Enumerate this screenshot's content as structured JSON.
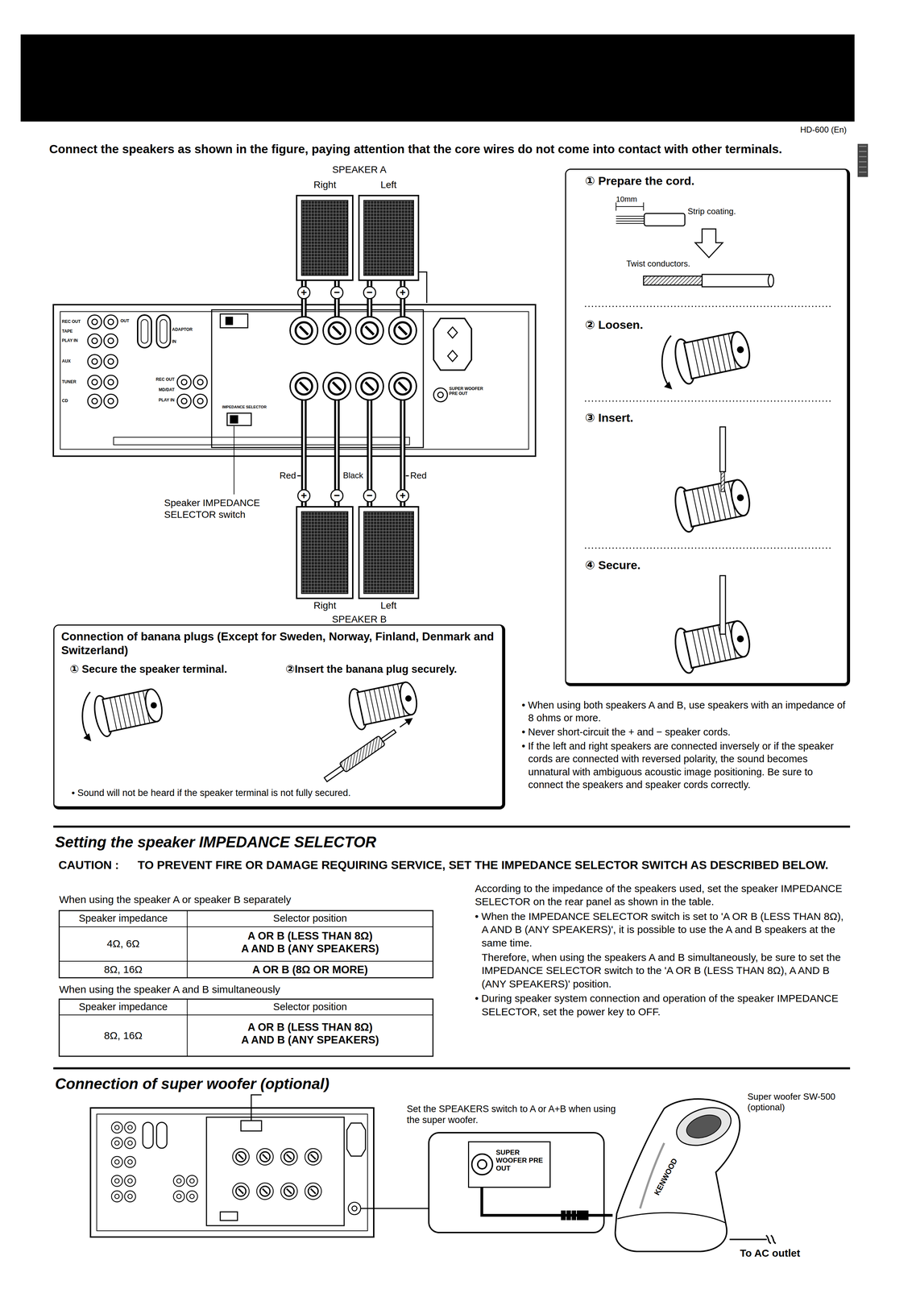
{
  "diagram": {
    "nodes": [
      {
        "text": [
          "Right"
        ]
      },
      {
        "text": [
          "Left"
        ]
      },
      {
        "text": [
          "① Prepare the cord.",
          "② Loosen.",
          "③ Insert.",
          "④ Secure."
        ]
      },
      {
        "text": [
          "Right"
        ]
      },
      {
        "text": [
          "Left"
        ]
      },
      {
        "text": [
          "Connection of banana plugs (Except for Sweden, Norway, Finland, Denmark and Switzerland)",
          "① Secure the speaker terminal.",
          "②Insert the banana plug securely.",
          "• Sound will not be heard if the speaker terminal is not fully secured."
        ]
      },
      {
        "text": [
          "SUPER WOOFER PRE OUT"
        ]
      },
      {
        "text": [
          "Super woofer SW-500 (optional)"
        ]
      }
    ],
    "edges": [
      {
        "from": 6,
        "to": 7,
        "arrow": "none"
      }
    ],
    "labels": [
      "HD-600 (En)",
      "Connect the speakers as shown in the figure, paying attention that the core wires do not come into contact with other terminals.",
      "SPEAKER A",
      "+",
      "−",
      "−",
      "+",
      "REC OUT",
      "TAPE",
      "PLAY IN",
      "AUX",
      "TUNER",
      "CD",
      "OUT",
      "ADAPTOR",
      "IN",
      "REC OUT",
      "MD/DAT",
      "PLAY IN",
      "IMPEDANCE SELECTOR",
      "SUPER WOOFER PRE OUT",
      "Red",
      "Black",
      "Red",
      "+",
      "−",
      "−",
      "+",
      "Speaker IMPEDANCE SELECTOR switch",
      "SPEAKER B",
      "10mm",
      "Strip coating.",
      "Twist conductors.",
      "• When using both speakers A and B, use speakers with an impedance of 8 ohms or more.",
      "• Never short-circuit the + and − speaker cords.",
      "• If the left and right speakers are connected inversely or if the speaker cords are connected with reversed polarity, the sound becomes unnatural with ambiguous acoustic image positioning. Be sure to connect the speakers and speaker cords correctly.",
      "Setting the speaker IMPEDANCE SELECTOR",
      "CAUTION :",
      "TO PREVENT FIRE OR DAMAGE REQUIRING SERVICE, SET THE IMPEDANCE SELECTOR SWITCH AS DESCRIBED BELOW.",
      "When using the speaker A or speaker B separately",
      "Speaker impedance",
      "Selector position",
      "4Ω, 6Ω",
      "A OR B (LESS THAN 8Ω)",
      "A AND B (ANY SPEAKERS)",
      "8Ω, 16Ω",
      "A OR B (8Ω OR MORE)",
      "When using the speaker A and B simultaneously",
      "Speaker impedance",
      "Selector position",
      "8Ω, 16Ω",
      "A OR B (LESS THAN 8Ω)",
      "A AND B (ANY SPEAKERS)",
      "According to the impedance of the speakers used, set the speaker IMPEDANCE SELECTOR on the rear panel as shown in the table.",
      "• When the IMPEDANCE SELECTOR switch is set to 'A OR B (LESS THAN 8Ω), A AND B (ANY SPEAKERS)', it is possible to use the A and B speakers at the same time.",
      "Therefore, when using the speakers A and B simultaneously, be sure to set the IMPEDANCE SELECTOR switch to the 'A OR B (LESS THAN 8Ω), A AND B (ANY SPEAKERS)' position.",
      "• During speaker system connection and operation of the speaker IMPEDANCE SELECTOR, set the power key to OFF.",
      "Connection of super woofer (optional)",
      "Set the SPEAKERS switch to A or A+B when using the super woofer.",
      "KENWOOD",
      "To AC outlet"
    ]
  }
}
